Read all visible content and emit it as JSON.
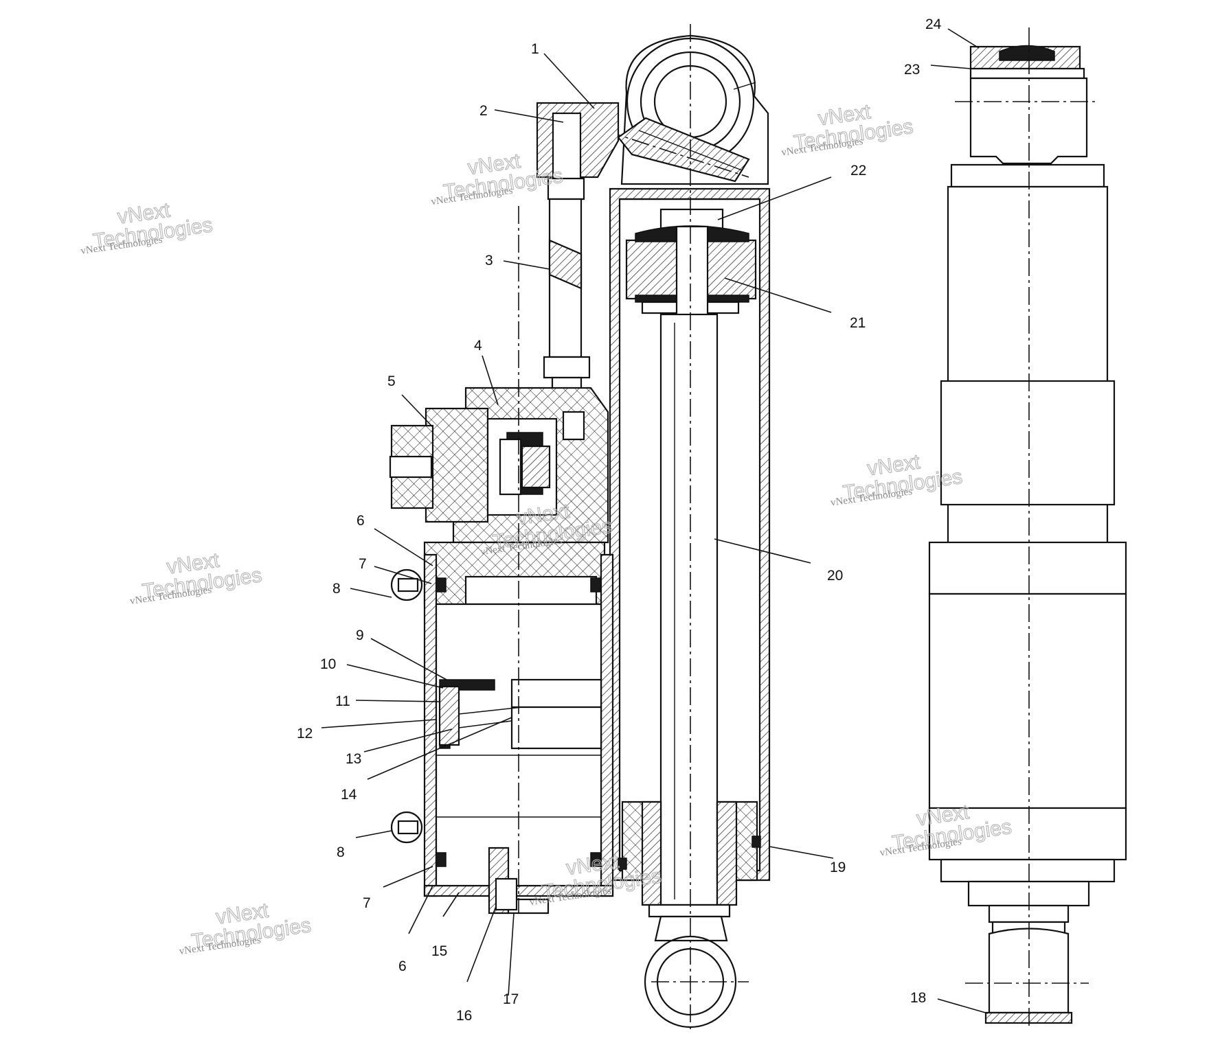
{
  "callouts": [
    {
      "n": "1"
    },
    {
      "n": "2"
    },
    {
      "n": "3"
    },
    {
      "n": "4"
    },
    {
      "n": "5"
    },
    {
      "n": "6"
    },
    {
      "n": "7"
    },
    {
      "n": "8"
    },
    {
      "n": "9"
    },
    {
      "n": "10"
    },
    {
      "n": "11"
    },
    {
      "n": "12"
    },
    {
      "n": "13"
    },
    {
      "n": "14"
    },
    {
      "n": "8"
    },
    {
      "n": "7"
    },
    {
      "n": "6"
    },
    {
      "n": "15"
    },
    {
      "n": "16"
    },
    {
      "n": "17"
    },
    {
      "n": "18"
    },
    {
      "n": "19"
    },
    {
      "n": "20"
    },
    {
      "n": "21"
    },
    {
      "n": "22"
    },
    {
      "n": "23"
    },
    {
      "n": "24"
    }
  ],
  "watermark": {
    "line1": "vNext Technologies",
    "line2": "vNext\nTechnologies"
  },
  "colors": {
    "line": "#111111",
    "background": "#ffffff",
    "watermark": "#b4b4b4"
  }
}
